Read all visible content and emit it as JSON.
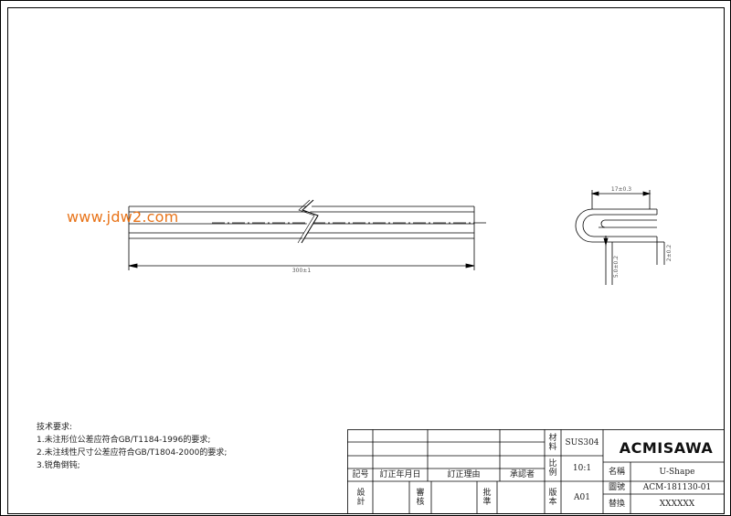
{
  "watermark": "www.jdw2.com",
  "dimensions": {
    "length": "300±1",
    "width": "17±0.3",
    "right_vertical": "2±0.2",
    "left_vertical": "5.0±0.2"
  },
  "notes": {
    "title": "技术要求:",
    "items": [
      "1.未注形位公差应符合GB/T1184-1996的要求;",
      "2.未注线性尺寸公差应符合GB/T1804-2000的要求;",
      "3.锐角倒钝;"
    ]
  },
  "title_block": {
    "headers": {
      "record": "記号",
      "revision_date": "訂正年月日",
      "revision_reason": "訂正理由",
      "approver": "承認者"
    },
    "signatures": {
      "design": "設計",
      "review": "審核",
      "approve": "批準"
    },
    "labels": {
      "material": "材料",
      "scale": "比例",
      "version": "版本",
      "name": "名稱",
      "drawing_no": "圖號",
      "replace": "替換"
    },
    "values": {
      "material": "SUS304",
      "scale": "10:1",
      "version": "A01",
      "name": "U-Shape",
      "drawing_no": "ACM-181130-01",
      "replace": "XXXXXX"
    },
    "logo": "ACMISAWA"
  }
}
